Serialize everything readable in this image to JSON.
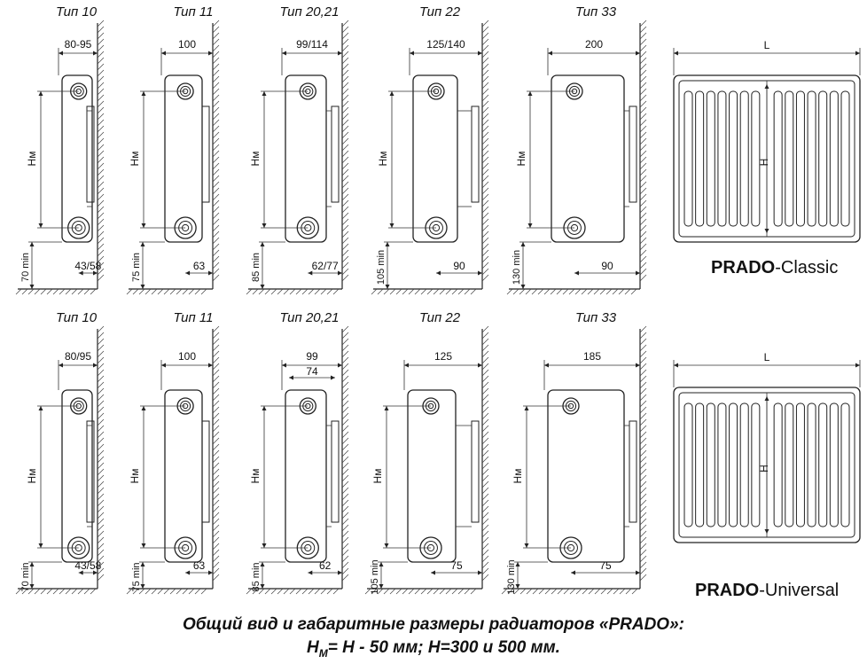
{
  "rows": [
    {
      "id": "classic",
      "brand_bold": "PRADO",
      "brand_rest": "-Classic",
      "front_width_label": "L",
      "front_height_label": "H",
      "types": [
        {
          "title": "Тип 10",
          "top_dim": "80-95",
          "bottom_dim": "43/58",
          "min_dim": "70 min",
          "hm": "Нм"
        },
        {
          "title": "Тип 11",
          "top_dim": "100",
          "bottom_dim": "63",
          "min_dim": "75 min",
          "hm": "Нм"
        },
        {
          "title": "Тип 20,21",
          "top_dim": "99/114",
          "bottom_dim": "62/77",
          "min_dim": "85 min",
          "hm": "Нм"
        },
        {
          "title": "Тип 22",
          "top_dim": "125/140",
          "bottom_dim": "90",
          "min_dim": "105 min",
          "hm": "Нм"
        },
        {
          "title": "Тип 33",
          "top_dim": "200",
          "bottom_dim": "90",
          "min_dim": "130 min",
          "hm": "Нм"
        }
      ]
    },
    {
      "id": "universal",
      "brand_bold": "PRADO",
      "brand_rest": "-Universal",
      "front_width_label": "L",
      "front_height_label": "H",
      "types": [
        {
          "title": "Тип 10",
          "top_dim": "80/95",
          "bottom_dim": "43/58",
          "min_dim": "70 min",
          "hm": "Нм"
        },
        {
          "title": "Тип 11",
          "top_dim": "100",
          "bottom_dim": "63",
          "min_dim": "75 min",
          "hm": "Нм"
        },
        {
          "title": "Тип 20,21",
          "top_dim": "99",
          "second_dim": "74",
          "bottom_dim": "62",
          "min_dim": "85 min",
          "hm": "Нм"
        },
        {
          "title": "Тип 22",
          "top_dim": "125",
          "bottom_dim": "75",
          "min_dim": "105 min",
          "hm": "Нм"
        },
        {
          "title": "Тип 33",
          "top_dim": "185",
          "bottom_dim": "75",
          "min_dim": "130 min",
          "hm": "Нм"
        }
      ]
    }
  ],
  "caption": {
    "line1": "Общий вид и габаритные размеры радиаторов «PRADO»:",
    "line2_main": "Н",
    "line2_sub": "М",
    "line2_rest": "= Н - 50 мм; Н=300 и 500 мм."
  }
}
